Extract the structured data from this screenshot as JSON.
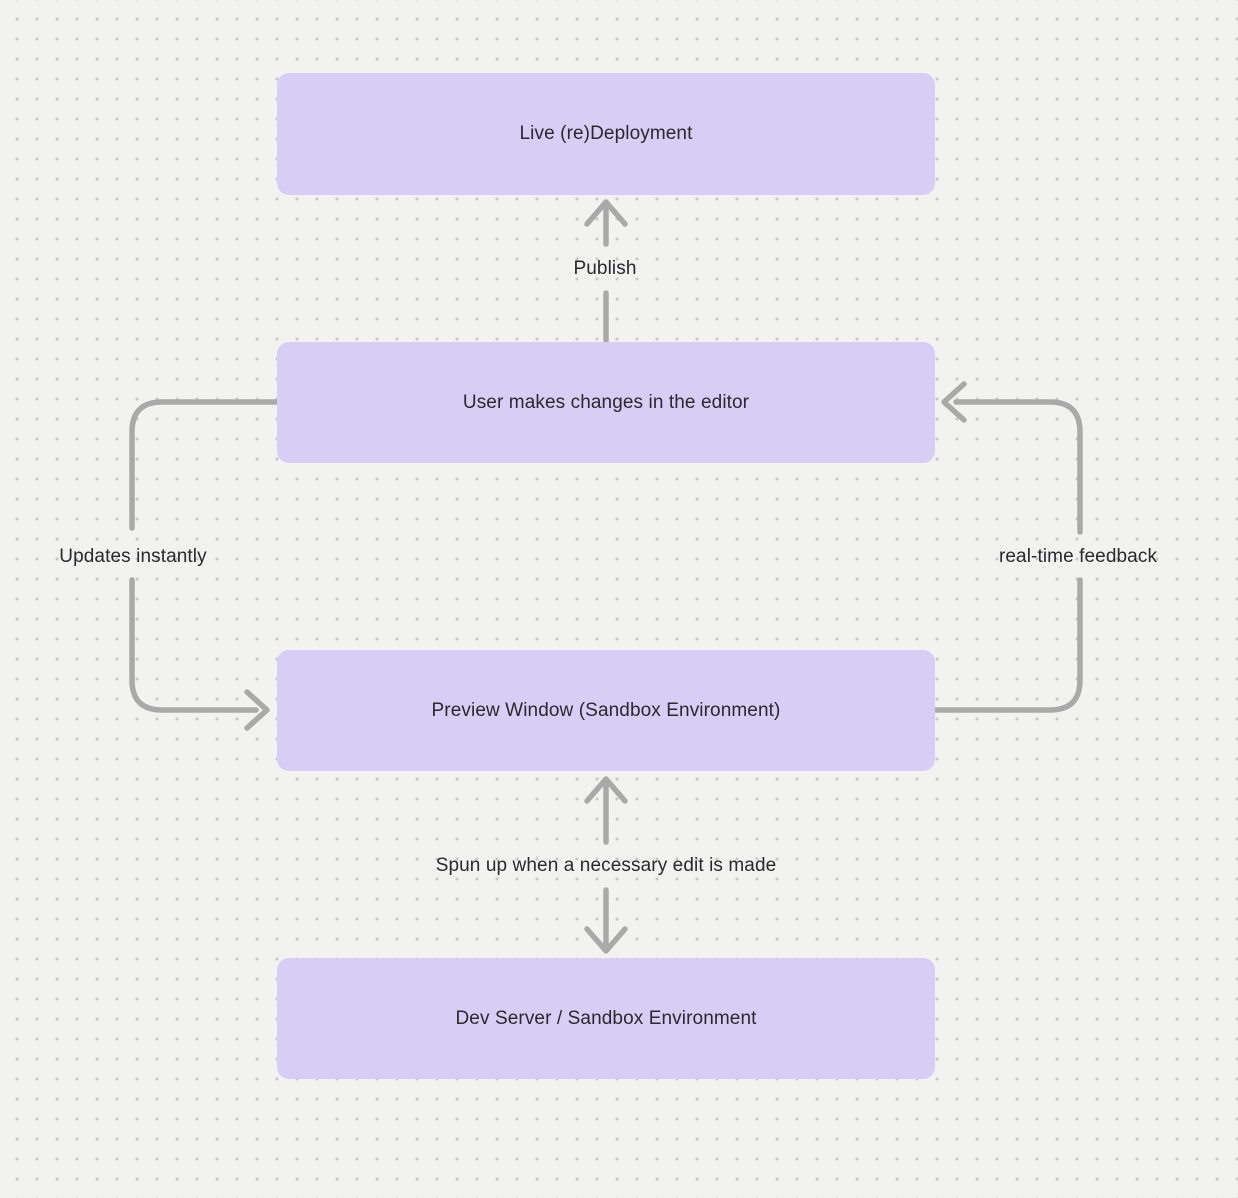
{
  "diagram": {
    "nodes": [
      {
        "id": "live-redeployment",
        "label": "Live (re)Deployment"
      },
      {
        "id": "user-editor",
        "label": "User makes changes in the editor"
      },
      {
        "id": "preview-window",
        "label": "Preview Window (Sandbox Environment)"
      },
      {
        "id": "dev-server",
        "label": "Dev Server / Sandbox Environment"
      }
    ],
    "edges": [
      {
        "id": "publish",
        "label": "Publish",
        "from": "user-editor",
        "to": "live-redeployment",
        "direction": "up"
      },
      {
        "id": "updates-instantly",
        "label": "Updates instantly",
        "from": "user-editor",
        "to": "preview-window",
        "direction": "left-loop"
      },
      {
        "id": "real-time-feedback",
        "label": "real-time feedback",
        "from": "preview-window",
        "to": "user-editor",
        "direction": "right-loop"
      },
      {
        "id": "spun-up",
        "label": "Spun up when a necessary edit is made",
        "from": "preview-window",
        "to": "dev-server",
        "direction": "bidirectional"
      }
    ]
  },
  "colors": {
    "canvas_bg": "#f2f2f1",
    "dot": "#c7c7c7",
    "node_fill": "#d8cdf4",
    "arrow": "#a9a9a9",
    "text": "#29292e"
  }
}
